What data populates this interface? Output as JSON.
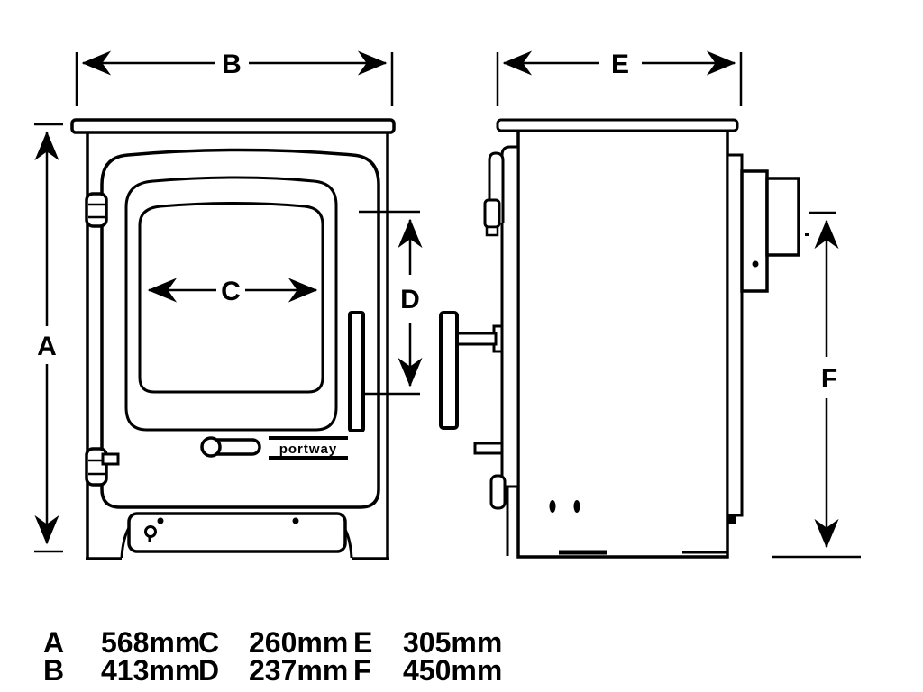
{
  "diagram": {
    "title": "stove-dimension-diagram",
    "brand": "portway",
    "dim_labels": {
      "a": "A",
      "b": "B",
      "c": "C",
      "d": "D",
      "e": "E",
      "f": "F"
    },
    "legend": [
      {
        "key": "A",
        "value": "568mm"
      },
      {
        "key": "B",
        "value": "413mm"
      },
      {
        "key": "C",
        "value": "260mm"
      },
      {
        "key": "D",
        "value": "237mm"
      },
      {
        "key": "E",
        "value": "305mm"
      },
      {
        "key": "F",
        "value": "450mm"
      }
    ],
    "colors": {
      "line": "#000000",
      "background": "#ffffff"
    }
  }
}
